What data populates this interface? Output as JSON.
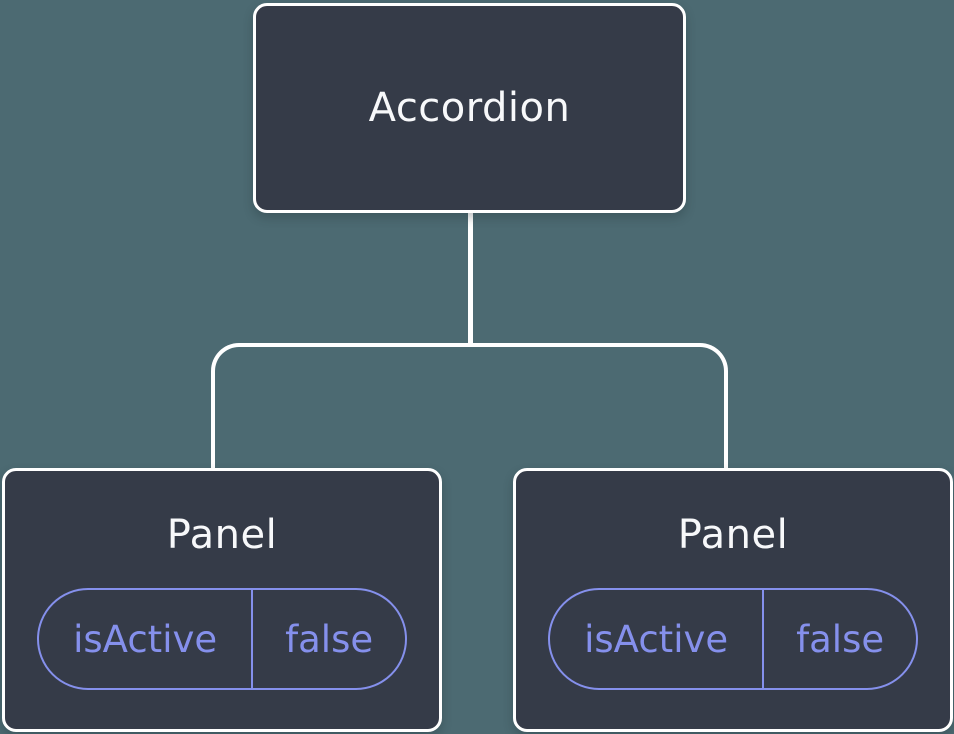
{
  "colors": {
    "background": "#4c6a72",
    "node_fill": "#353b48",
    "node_border": "#ffffff",
    "connector": "#ffffff",
    "accent": "#8590ec",
    "title_text": "#f7f8fa"
  },
  "tree": {
    "root": {
      "label": "Accordion"
    },
    "children": [
      {
        "label": "Panel",
        "prop": {
          "name": "isActive",
          "value": "false"
        }
      },
      {
        "label": "Panel",
        "prop": {
          "name": "isActive",
          "value": "false"
        }
      }
    ]
  }
}
